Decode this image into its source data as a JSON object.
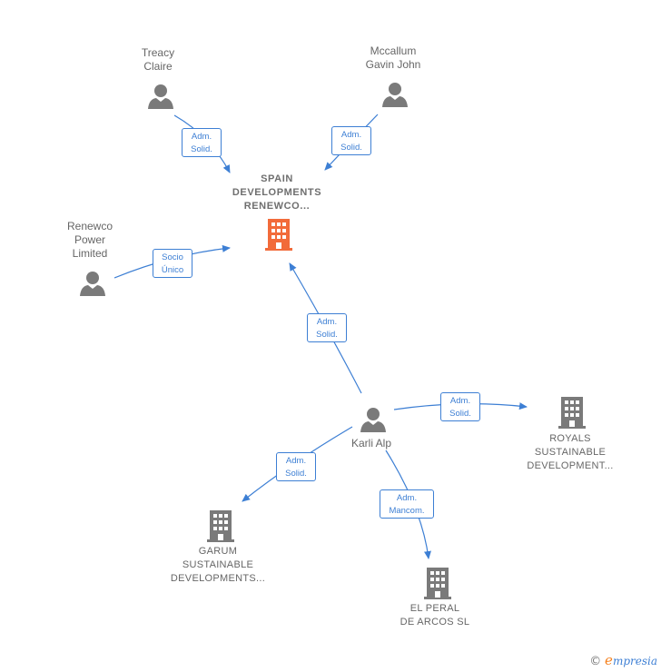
{
  "nodes": {
    "treacy": {
      "line1": "Treacy",
      "line2": "Claire"
    },
    "mccallum": {
      "line1": "Mccallum",
      "line2": "Gavin John"
    },
    "renewco": {
      "line1": "Renewco",
      "line2": "Power",
      "line3": "Limited"
    },
    "center": {
      "line1": "SPAIN",
      "line2": "DEVELOPMENTS",
      "line3": "RENEWCO..."
    },
    "karli": {
      "line1": "Karli Alp"
    },
    "royals": {
      "line1": "ROYALS",
      "line2": "SUSTAINABLE",
      "line3": "DEVELOPMENT..."
    },
    "garum": {
      "line1": "GARUM",
      "line2": "SUSTAINABLE",
      "line3": "DEVELOPMENTS..."
    },
    "elperal": {
      "line1": "EL PERAL",
      "line2": "DE ARCOS  SL"
    }
  },
  "edges": {
    "treacy_center": {
      "line1": "Adm.",
      "line2": "Solid."
    },
    "mccallum_center": {
      "line1": "Adm.",
      "line2": "Solid."
    },
    "renewco_center": {
      "line1": "Socio",
      "line2": "Único"
    },
    "karli_center": {
      "line1": "Adm.",
      "line2": "Solid."
    },
    "karli_royals": {
      "line1": "Adm.",
      "line2": "Solid."
    },
    "karli_garum": {
      "line1": "Adm.",
      "line2": "Solid."
    },
    "karli_elperal": {
      "line1": "Adm.",
      "line2": "Mancom."
    }
  },
  "colors": {
    "edge": "#3d7fd4",
    "person": "#7a7a7a",
    "company": "#7a7a7a",
    "center_company": "#f26b3a"
  },
  "footer": {
    "copyright": "©",
    "brand_initial": "e",
    "brand_rest": "mpresia"
  }
}
